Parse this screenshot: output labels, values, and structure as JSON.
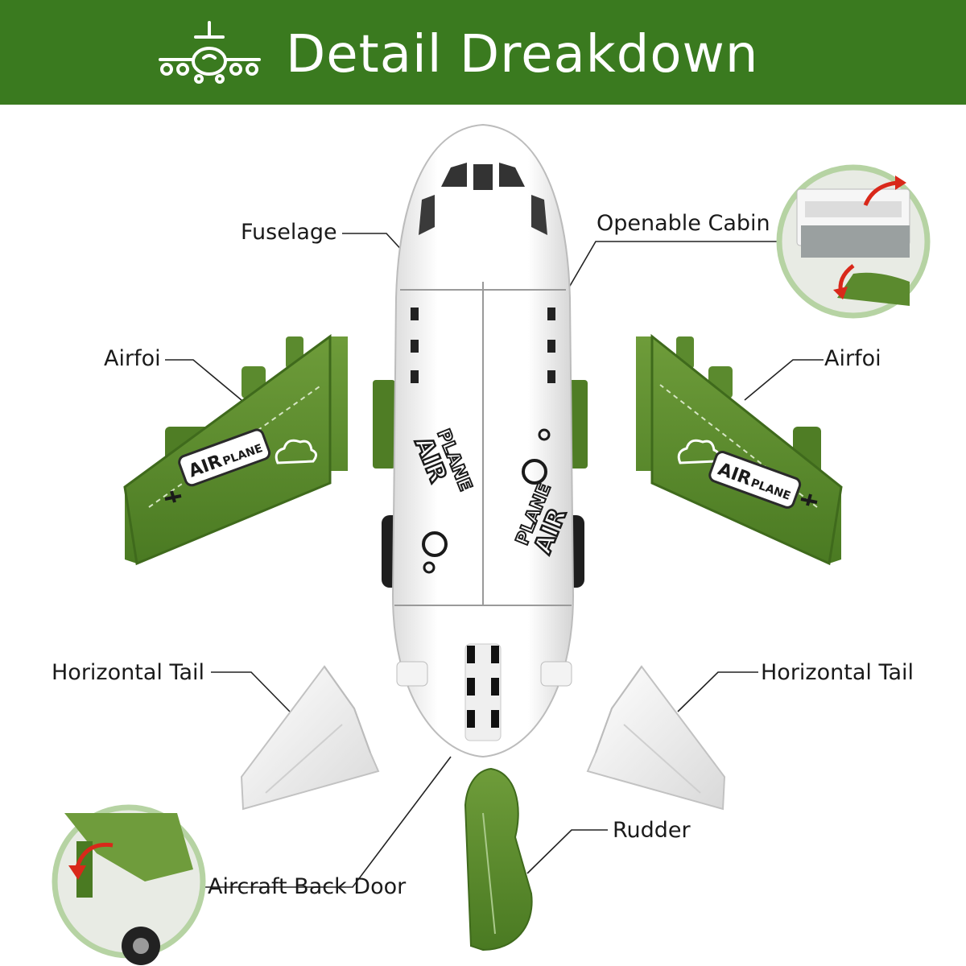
{
  "header": {
    "title": "Detail Dreakdown",
    "icon": "airplane-icon",
    "background": "#3a7a1f"
  },
  "part_labels": {
    "fuselage": "Fuselage",
    "openable_cabin": "Openable Cabin",
    "airfoil_left": "Airfoi",
    "airfoil_right": "Airfoi",
    "horizontal_tail_left": "Horizontal Tail",
    "horizontal_tail_right": "Horizontal Tail",
    "rudder": "Rudder",
    "back_door": "Aircraft Back Door"
  },
  "decals": {
    "air": "AIR",
    "plane": "PLANE"
  },
  "colors": {
    "wing_green": "#5b8a2e",
    "wing_dark": "#3f6a1c",
    "body_white": "#ffffff",
    "bubble_ring": "#b6d3a3"
  }
}
